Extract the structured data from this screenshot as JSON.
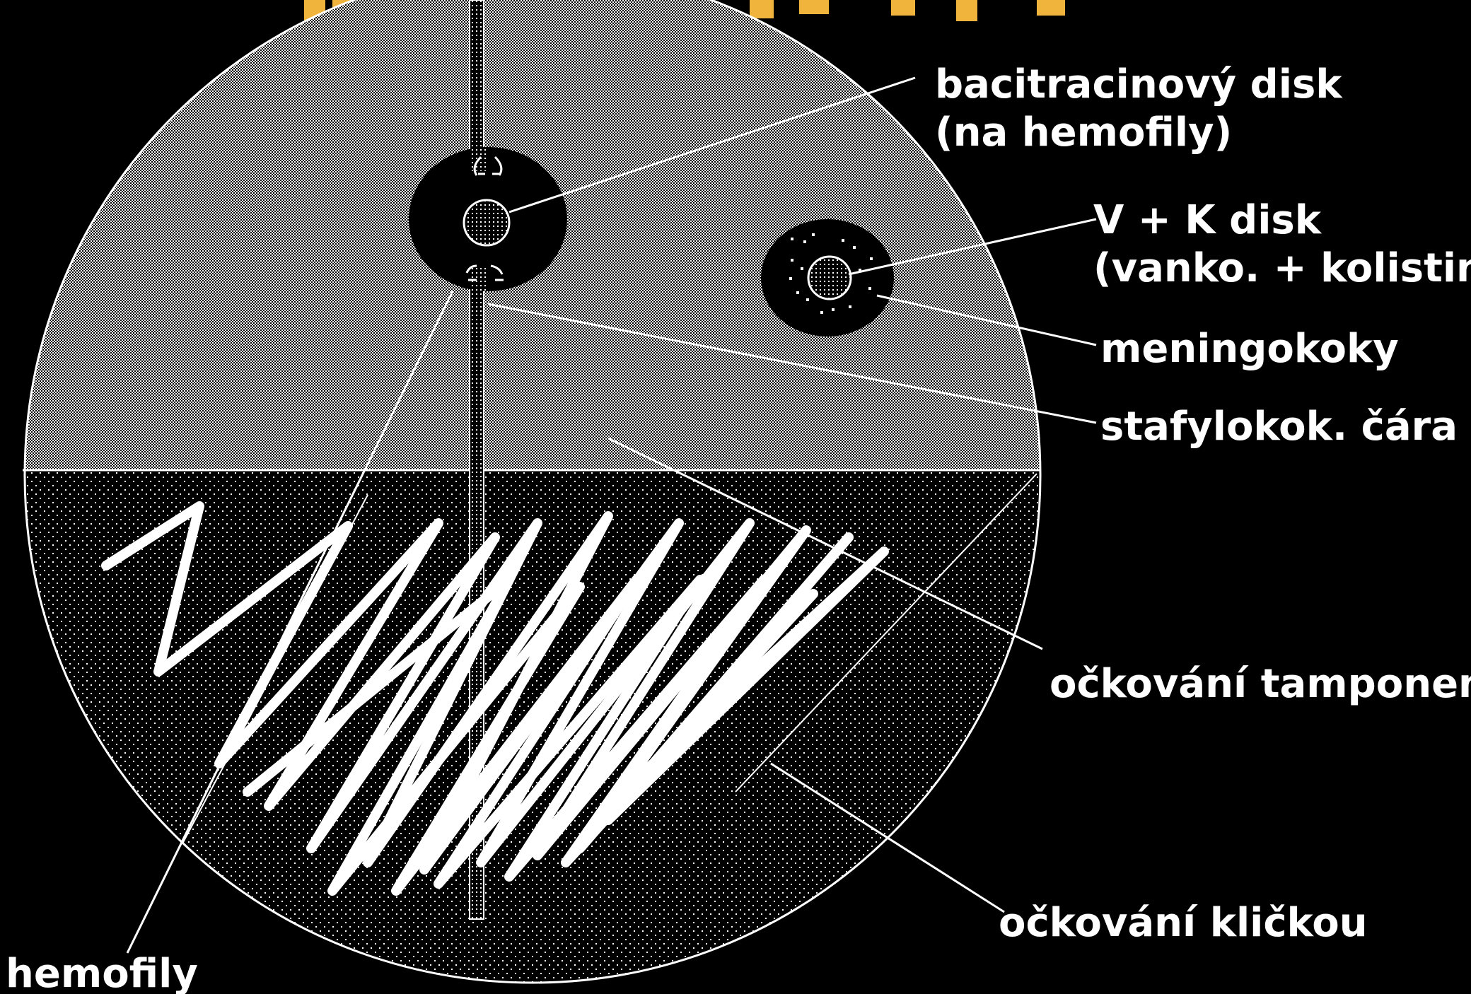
{
  "diagram": {
    "background": "#000000",
    "foreground": "#ffffff",
    "title_fragment_color": "#f0b43c",
    "labels": {
      "bacitracin_line1": "bacitracinový disk",
      "bacitracin_line2": "(na hemofily)",
      "vk_line1": "V + K disk",
      "vk_line2": "(vanko. + kolistin)",
      "meningokoky": "meningokoky",
      "stafylokok": "stafylokok. čára",
      "tampon": "očkování tamponem",
      "klicka": "očkování kličkou",
      "hemofily": "hemofily"
    }
  }
}
